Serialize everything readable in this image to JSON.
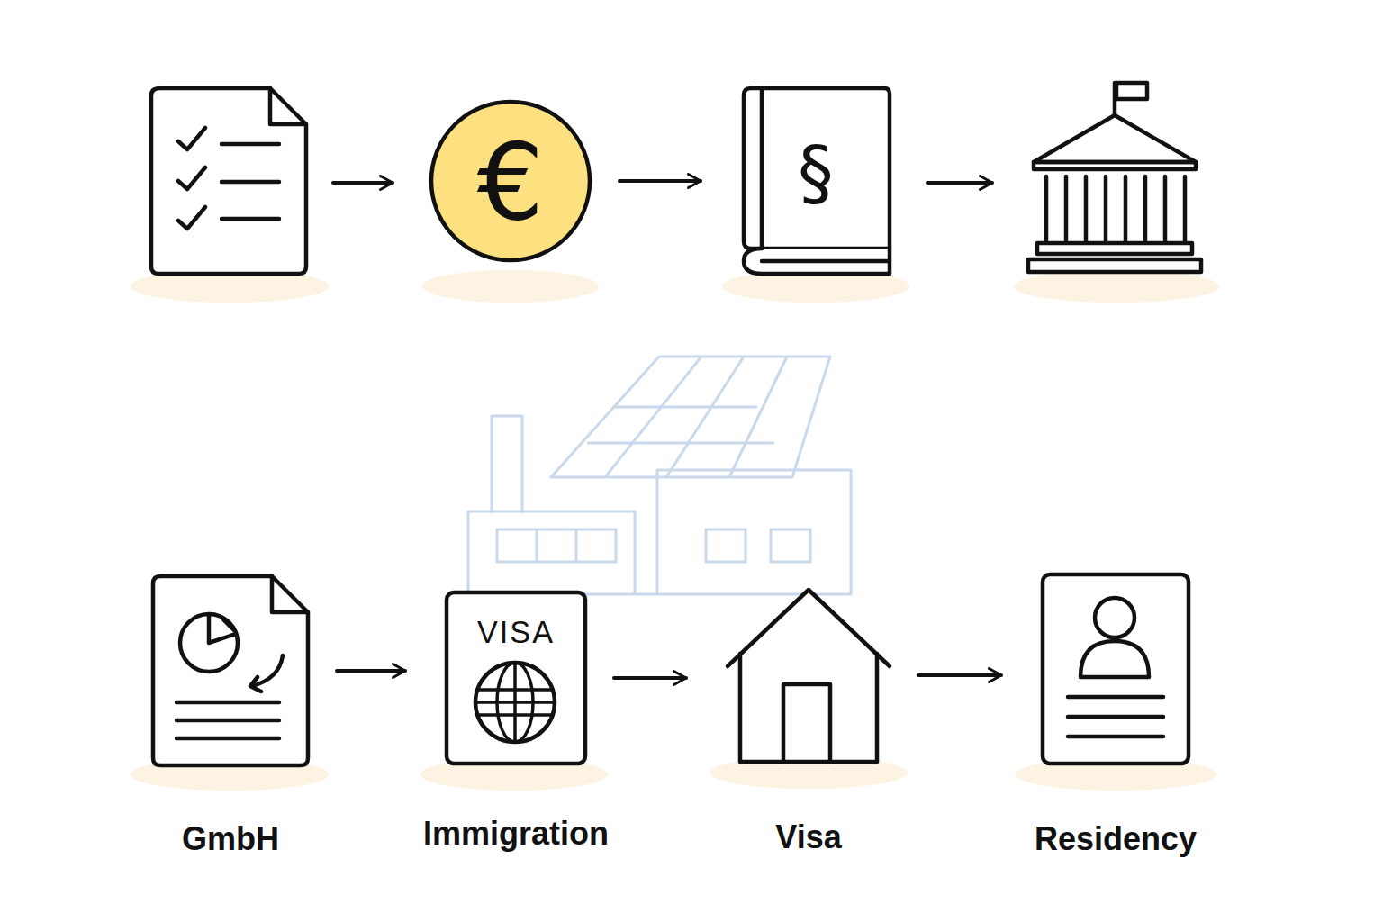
{
  "diagram": {
    "nodes": [
      {
        "text": [
          "€"
        ]
      },
      {
        "text": [
          "§"
        ]
      },
      {
        "text": [
          "GmbH"
        ]
      },
      {
        "text": [
          "VISA",
          "Immigration"
        ]
      },
      {
        "text": [
          "Visa"
        ]
      },
      {
        "text": [
          "Residency"
        ]
      }
    ],
    "edges": [
      {
        "from": 0,
        "to": 1,
        "arrow": "to"
      },
      {
        "from": 2,
        "to": 3,
        "arrow": "to"
      },
      {
        "from": 3,
        "to": 4,
        "arrow": "to"
      },
      {
        "from": 4,
        "to": 5,
        "arrow": "to"
      }
    ]
  }
}
